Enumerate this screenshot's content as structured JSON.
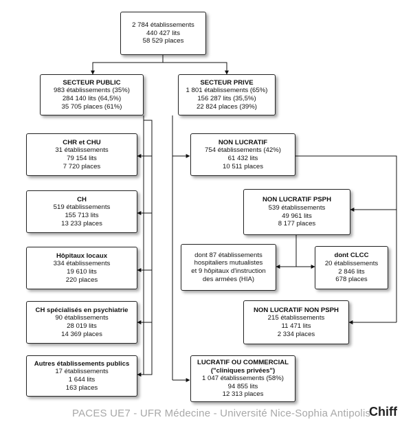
{
  "root": {
    "l1": "2 784 établissements",
    "l2": "440 427 lits",
    "l3": "58 529 places"
  },
  "public": {
    "title": "SECTEUR PUBLIC",
    "l1": "983 établissements (35%)",
    "l2": "284 140 lits (64,5%)",
    "l3": "35 705 places (61%)"
  },
  "prive": {
    "title": "SECTEUR PRIVE",
    "l1": "1 801 établissements (65%)",
    "l2": "156 287 lits (35,5%)",
    "l3": "22 824 places (39%)"
  },
  "chr": {
    "title": "CHR et CHU",
    "l1": "31 établissements",
    "l2": "79 154 lits",
    "l3": "7 720 places"
  },
  "ch": {
    "title": "CH",
    "l1": "519 établissements",
    "l2": "155 713 lits",
    "l3": "13 233 places"
  },
  "hopitaux": {
    "title": "Hôpitaux locaux",
    "l1": "334 établissements",
    "l2": "19 610 lits",
    "l3": "220 places"
  },
  "psy": {
    "title": "CH spécialisés en psychiatrie",
    "l1": "90 établissements",
    "l2": "28 019 lits",
    "l3": "14 369 places"
  },
  "autres": {
    "title": "Autres établissements publics",
    "l1": "17 établissements",
    "l2": "1 644 lits",
    "l3": "163 places"
  },
  "nonlucratif": {
    "title": "NON LUCRATIF",
    "l1": "754 établissements (42%)",
    "l2": "61 432 lits",
    "l3": "10 511 places"
  },
  "psph": {
    "title": "NON LUCRATIF PSPH",
    "l1": "539 établissements",
    "l2": "49 961 lits",
    "l3": "8 177 places"
  },
  "mutualistes": {
    "l1": "dont  87 établissements",
    "l2": "hospitaliers mutualistes",
    "l3": "et 9 hôpitaux d'instruction",
    "l4": "des armées (HIA)"
  },
  "clcc": {
    "title": "dont CLCC",
    "l1": "20 établissements",
    "l2": "2 846 lits",
    "l3": "678 places"
  },
  "nonpsph": {
    "title": "NON LUCRATIF NON PSPH",
    "l1": "215 établissements",
    "l2": "11 471 lits",
    "l3": "2 334 places"
  },
  "lucratif": {
    "title": "LUCRATIF OU COMMERCIAL",
    "title2": "(\"cliniques privées\")",
    "l1": "1 047 établissements (58%)",
    "l2": "94 855 lits",
    "l3": "12 313 places"
  },
  "footer": {
    "text": "PACES UE7 - UFR Médecine - Université Nice-Sophia Antipolis",
    "badge": "Chiff"
  }
}
